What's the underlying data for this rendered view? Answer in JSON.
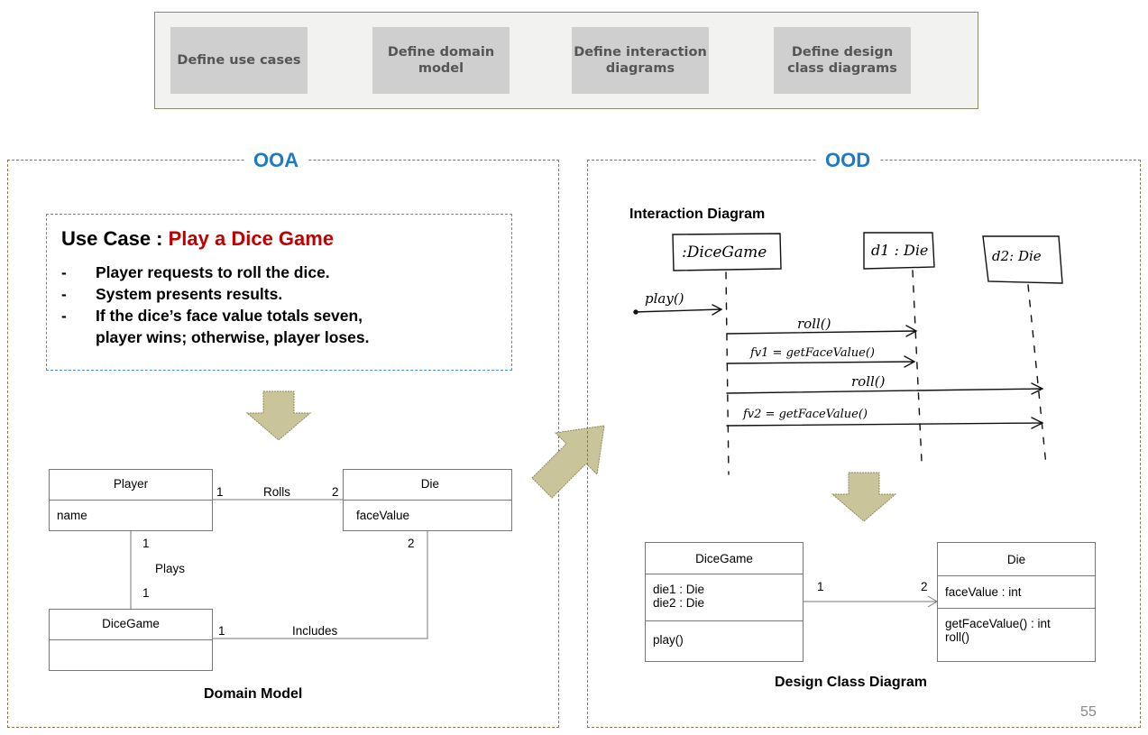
{
  "process_steps": [
    {
      "label": "Define use cases"
    },
    {
      "label": "Define domain model"
    },
    {
      "label": "Define interaction diagrams"
    },
    {
      "label": "Define design class diagrams"
    }
  ],
  "ooa": {
    "title": "OOA",
    "use_case": {
      "prefix": "Use Case : ",
      "name": "Play a Dice Game",
      "steps": [
        "Player requests to roll the dice.",
        "System presents results.",
        "If the dice’s face value totals seven,",
        "player wins; otherwise, player loses."
      ]
    },
    "domain_model": {
      "caption": "Domain Model",
      "player": {
        "name": "Player",
        "attr": "name"
      },
      "die": {
        "name": "Die",
        "attr": "faceValue"
      },
      "dicegame": {
        "name": "DiceGame"
      },
      "rolls": {
        "label": "Rolls",
        "m1": "1",
        "m2": "2"
      },
      "plays": {
        "label": "Plays",
        "m1": "1",
        "m2": "1"
      },
      "includes": {
        "label": "Includes",
        "m1": "1",
        "m2": "2"
      }
    }
  },
  "ood": {
    "title": "OOD",
    "interaction": {
      "caption": "Interaction Diagram",
      "lifelines": [
        ":DiceGame",
        "d1 : Die",
        "d2: Die"
      ],
      "messages": [
        "play()",
        "roll()",
        "fv1 = getFaceValue()",
        "roll()",
        "fv2 = getFaceValue()"
      ]
    },
    "design_class": {
      "caption": "Design Class Diagram",
      "dicegame": {
        "name": "DiceGame",
        "attrs": [
          "die1 : Die",
          "die2 : Die"
        ],
        "ops": [
          "play()"
        ]
      },
      "die": {
        "name": "Die",
        "attrs": [
          "faceValue : int"
        ],
        "ops": [
          "getFaceValue() : int",
          "roll()"
        ]
      },
      "assoc": {
        "m1": "1",
        "m2": "2"
      }
    }
  },
  "page_number": "55",
  "colors": {
    "panel_title": "#1f7ac4",
    "use_case_name": "#c00000",
    "arrow_fill": "#c9c49a",
    "step_fill": "#cfcfcf"
  }
}
